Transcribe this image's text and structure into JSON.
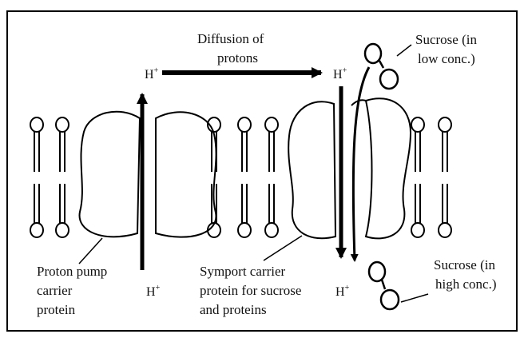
{
  "diagram": {
    "labels": {
      "diffusion_line1": "Diffusion of",
      "diffusion_line2": "protons",
      "sucrose_low_line1": "Sucrose (in",
      "sucrose_low_line2": "low conc.)",
      "sucrose_high_line1": "Sucrose (in",
      "sucrose_high_line2": "high conc.)",
      "proton_pump_line1": "Proton pump",
      "proton_pump_line2": "carrier",
      "proton_pump_line3": "protein",
      "symport_line1": "Symport carrier",
      "symport_line2": "protein for sucrose",
      "symport_line3": "and proteins"
    },
    "proton_symbol": {
      "base": "H",
      "charge": "+"
    }
  }
}
